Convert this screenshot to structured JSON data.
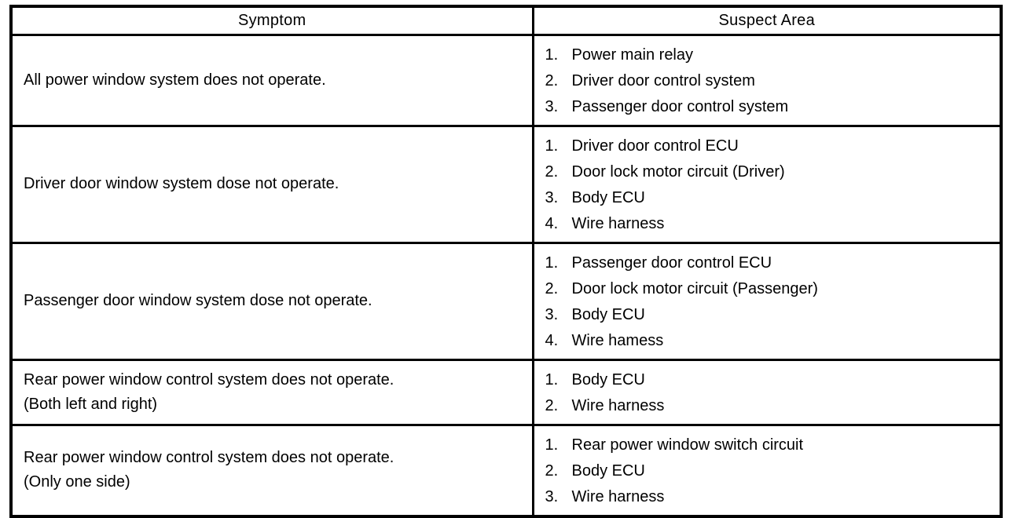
{
  "table": {
    "headers": {
      "symptom": "Symptom",
      "suspect_area": "Suspect Area"
    },
    "colors": {
      "border": "#000000",
      "background": "#ffffff",
      "text": "#000000"
    },
    "rows": [
      {
        "symptom": "All power window system does not operate.",
        "suspects": [
          {
            "n": "1.",
            "label": "Power main relay"
          },
          {
            "n": "2.",
            "label": "Driver door control system"
          },
          {
            "n": "3.",
            "label": "Passenger door control system"
          }
        ]
      },
      {
        "symptom": "Driver door window system dose not operate.",
        "suspects": [
          {
            "n": "1.",
            "label": "Driver door control ECU"
          },
          {
            "n": "2.",
            "label": "Door lock motor circuit (Driver)"
          },
          {
            "n": "3.",
            "label": "Body ECU"
          },
          {
            "n": "4.",
            "label": "Wire harness"
          }
        ]
      },
      {
        "symptom": "Passenger door window system dose not operate.",
        "suspects": [
          {
            "n": "1.",
            "label": "Passenger door control ECU"
          },
          {
            "n": "2.",
            "label": "Door lock motor circuit (Passenger)"
          },
          {
            "n": "3.",
            "label": "Body ECU"
          },
          {
            "n": "4.",
            "label": "Wire hamess"
          }
        ]
      },
      {
        "symptom": "Rear power window control system does not operate.",
        "note": "(Both left and right)",
        "suspects": [
          {
            "n": "1.",
            "label": "Body ECU"
          },
          {
            "n": "2.",
            "label": "Wire harness"
          }
        ]
      },
      {
        "symptom": "Rear power window control system does not operate.",
        "note": "(Only one side)",
        "suspects": [
          {
            "n": "1.",
            "label": "Rear power window switch circuit"
          },
          {
            "n": "2.",
            "label": "Body ECU"
          },
          {
            "n": "3.",
            "label": "Wire harness"
          }
        ]
      }
    ]
  }
}
